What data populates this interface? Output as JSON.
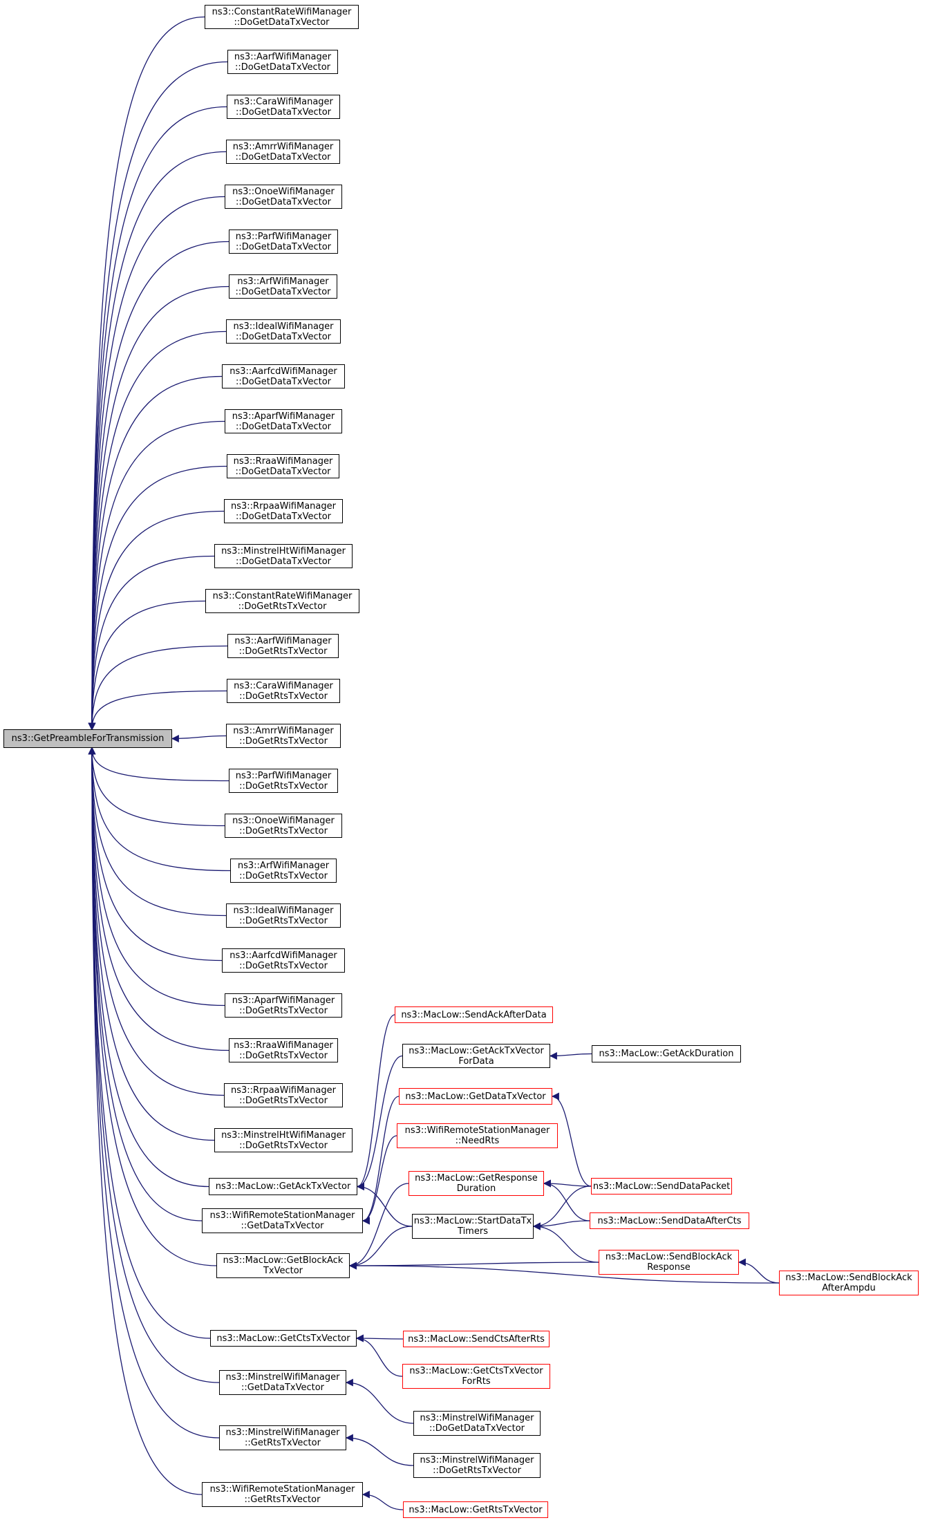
{
  "colors": {
    "edge": "#191970",
    "node_border": "#000000",
    "node_border_incomplete": "#ff0000",
    "root_fill": "#bfbfbf"
  },
  "root": {
    "id": "root",
    "lines": [
      "ns3::GetPreambleForTransmission"
    ]
  },
  "nodes": [
    {
      "id": "n0",
      "lines": [
        "ns3::ConstantRateWifiManager",
        "::DoGetDataTxVector"
      ],
      "red": false
    },
    {
      "id": "n1",
      "lines": [
        "ns3::AarfWifiManager",
        "::DoGetDataTxVector"
      ],
      "red": false
    },
    {
      "id": "n2",
      "lines": [
        "ns3::CaraWifiManager",
        "::DoGetDataTxVector"
      ],
      "red": false
    },
    {
      "id": "n3",
      "lines": [
        "ns3::AmrrWifiManager",
        "::DoGetDataTxVector"
      ],
      "red": false
    },
    {
      "id": "n4",
      "lines": [
        "ns3::OnoeWifiManager",
        "::DoGetDataTxVector"
      ],
      "red": false
    },
    {
      "id": "n5",
      "lines": [
        "ns3::ParfWifiManager",
        "::DoGetDataTxVector"
      ],
      "red": false
    },
    {
      "id": "n6",
      "lines": [
        "ns3::ArfWifiManager",
        "::DoGetDataTxVector"
      ],
      "red": false
    },
    {
      "id": "n7",
      "lines": [
        "ns3::IdealWifiManager",
        "::DoGetDataTxVector"
      ],
      "red": false
    },
    {
      "id": "n8",
      "lines": [
        "ns3::AarfcdWifiManager",
        "::DoGetDataTxVector"
      ],
      "red": false
    },
    {
      "id": "n9",
      "lines": [
        "ns3::AparfWifiManager",
        "::DoGetDataTxVector"
      ],
      "red": false
    },
    {
      "id": "n10",
      "lines": [
        "ns3::RraaWifiManager",
        "::DoGetDataTxVector"
      ],
      "red": false
    },
    {
      "id": "n11",
      "lines": [
        "ns3::RrpaaWifiManager",
        "::DoGetDataTxVector"
      ],
      "red": false
    },
    {
      "id": "n12",
      "lines": [
        "ns3::MinstrelHtWifiManager",
        "::DoGetDataTxVector"
      ],
      "red": false
    },
    {
      "id": "n13",
      "lines": [
        "ns3::ConstantRateWifiManager",
        "::DoGetRtsTxVector"
      ],
      "red": false
    },
    {
      "id": "n14",
      "lines": [
        "ns3::AarfWifiManager",
        "::DoGetRtsTxVector"
      ],
      "red": false
    },
    {
      "id": "n15",
      "lines": [
        "ns3::CaraWifiManager",
        "::DoGetRtsTxVector"
      ],
      "red": false
    },
    {
      "id": "n16",
      "lines": [
        "ns3::AmrrWifiManager",
        "::DoGetRtsTxVector"
      ],
      "red": false
    },
    {
      "id": "n17",
      "lines": [
        "ns3::ParfWifiManager",
        "::DoGetRtsTxVector"
      ],
      "red": false
    },
    {
      "id": "n18",
      "lines": [
        "ns3::OnoeWifiManager",
        "::DoGetRtsTxVector"
      ],
      "red": false
    },
    {
      "id": "n19",
      "lines": [
        "ns3::ArfWifiManager",
        "::DoGetRtsTxVector"
      ],
      "red": false
    },
    {
      "id": "n20",
      "lines": [
        "ns3::IdealWifiManager",
        "::DoGetRtsTxVector"
      ],
      "red": false
    },
    {
      "id": "n21",
      "lines": [
        "ns3::AarfcdWifiManager",
        "::DoGetRtsTxVector"
      ],
      "red": false
    },
    {
      "id": "n22",
      "lines": [
        "ns3::AparfWifiManager",
        "::DoGetRtsTxVector"
      ],
      "red": false
    },
    {
      "id": "n23",
      "lines": [
        "ns3::RraaWifiManager",
        "::DoGetRtsTxVector"
      ],
      "red": false
    },
    {
      "id": "n24",
      "lines": [
        "ns3::RrpaaWifiManager",
        "::DoGetRtsTxVector"
      ],
      "red": false
    },
    {
      "id": "n25",
      "lines": [
        "ns3::MinstrelHtWifiManager",
        "::DoGetRtsTxVector"
      ],
      "red": false
    },
    {
      "id": "ack",
      "lines": [
        "ns3::MacLow::GetAckTxVector"
      ],
      "red": false
    },
    {
      "id": "wdata",
      "lines": [
        "ns3::WifiRemoteStationManager",
        "::GetDataTxVector"
      ],
      "red": false
    },
    {
      "id": "ba",
      "lines": [
        "ns3::MacLow::GetBlockAck",
        "TxVector"
      ],
      "red": false
    },
    {
      "id": "cts",
      "lines": [
        "ns3::MacLow::GetCtsTxVector"
      ],
      "red": false
    },
    {
      "id": "mdata",
      "lines": [
        "ns3::MinstrelWifiManager",
        "::GetDataTxVector"
      ],
      "red": false
    },
    {
      "id": "mrts",
      "lines": [
        "ns3::MinstrelWifiManager",
        "::GetRtsTxVector"
      ],
      "red": false
    },
    {
      "id": "wrts",
      "lines": [
        "ns3::WifiRemoteStationManager",
        "::GetRtsTxVector"
      ],
      "red": false
    },
    {
      "id": "sendack",
      "lines": [
        "ns3::MacLow::SendAckAfterData"
      ],
      "red": true
    },
    {
      "id": "ackfor",
      "lines": [
        "ns3::MacLow::GetAckTxVector",
        "ForData"
      ],
      "red": false
    },
    {
      "id": "ackdur",
      "lines": [
        "ns3::MacLow::GetAckDuration"
      ],
      "red": false
    },
    {
      "id": "getdata",
      "lines": [
        "ns3::MacLow::GetDataTxVector"
      ],
      "red": true
    },
    {
      "id": "needrts",
      "lines": [
        "ns3::WifiRemoteStationManager",
        "::NeedRts"
      ],
      "red": true
    },
    {
      "id": "getresp",
      "lines": [
        "ns3::MacLow::GetResponse",
        "Duration"
      ],
      "red": true
    },
    {
      "id": "startdata",
      "lines": [
        "ns3::MacLow::StartDataTx",
        "Timers"
      ],
      "red": false
    },
    {
      "id": "senddp",
      "lines": [
        "ns3::MacLow::SendDataPacket"
      ],
      "red": true
    },
    {
      "id": "senddac",
      "lines": [
        "ns3::MacLow::SendDataAfterCts"
      ],
      "red": true
    },
    {
      "id": "sendbar",
      "lines": [
        "ns3::MacLow::SendBlockAck",
        "Response"
      ],
      "red": true
    },
    {
      "id": "sendbaa",
      "lines": [
        "ns3::MacLow::SendBlockAck",
        "AfterAmpdu"
      ],
      "red": true
    },
    {
      "id": "sendcts",
      "lines": [
        "ns3::MacLow::SendCtsAfterRts"
      ],
      "red": true
    },
    {
      "id": "ctsfor",
      "lines": [
        "ns3::MacLow::GetCtsTxVector",
        "ForRts"
      ],
      "red": true
    },
    {
      "id": "mdodata",
      "lines": [
        "ns3::MinstrelWifiManager",
        "::DoGetDataTxVector"
      ],
      "red": false
    },
    {
      "id": "mdorts",
      "lines": [
        "ns3::MinstrelWifiManager",
        "::DoGetRtsTxVector"
      ],
      "red": false
    },
    {
      "id": "getrts",
      "lines": [
        "ns3::MacLow::GetRtsTxVector"
      ],
      "red": true
    }
  ],
  "edges": [
    {
      "from": "n0",
      "to": "root"
    },
    {
      "from": "n1",
      "to": "root"
    },
    {
      "from": "n2",
      "to": "root"
    },
    {
      "from": "n3",
      "to": "root"
    },
    {
      "from": "n4",
      "to": "root"
    },
    {
      "from": "n5",
      "to": "root"
    },
    {
      "from": "n6",
      "to": "root"
    },
    {
      "from": "n7",
      "to": "root"
    },
    {
      "from": "n8",
      "to": "root"
    },
    {
      "from": "n9",
      "to": "root"
    },
    {
      "from": "n10",
      "to": "root"
    },
    {
      "from": "n11",
      "to": "root"
    },
    {
      "from": "n12",
      "to": "root"
    },
    {
      "from": "n13",
      "to": "root"
    },
    {
      "from": "n14",
      "to": "root"
    },
    {
      "from": "n15",
      "to": "root"
    },
    {
      "from": "n16",
      "to": "root"
    },
    {
      "from": "n17",
      "to": "root"
    },
    {
      "from": "n18",
      "to": "root"
    },
    {
      "from": "n19",
      "to": "root"
    },
    {
      "from": "n20",
      "to": "root"
    },
    {
      "from": "n21",
      "to": "root"
    },
    {
      "from": "n22",
      "to": "root"
    },
    {
      "from": "n23",
      "to": "root"
    },
    {
      "from": "n24",
      "to": "root"
    },
    {
      "from": "n25",
      "to": "root"
    },
    {
      "from": "ack",
      "to": "root"
    },
    {
      "from": "wdata",
      "to": "root"
    },
    {
      "from": "ba",
      "to": "root"
    },
    {
      "from": "cts",
      "to": "root"
    },
    {
      "from": "mdata",
      "to": "root"
    },
    {
      "from": "mrts",
      "to": "root"
    },
    {
      "from": "wrts",
      "to": "root"
    },
    {
      "from": "sendack",
      "to": "ack"
    },
    {
      "from": "ackfor",
      "to": "ack"
    },
    {
      "from": "startdata",
      "to": "ack"
    },
    {
      "from": "ackdur",
      "to": "ackfor"
    },
    {
      "from": "getdata",
      "to": "wdata"
    },
    {
      "from": "needrts",
      "to": "wdata"
    },
    {
      "from": "senddp",
      "to": "getdata"
    },
    {
      "from": "getresp",
      "to": "ba"
    },
    {
      "from": "startdata",
      "to": "ba"
    },
    {
      "from": "sendbar",
      "to": "ba"
    },
    {
      "from": "sendbaa",
      "to": "ba"
    },
    {
      "from": "senddp",
      "to": "getresp"
    },
    {
      "from": "senddac",
      "to": "getresp"
    },
    {
      "from": "senddp",
      "to": "startdata"
    },
    {
      "from": "senddac",
      "to": "startdata"
    },
    {
      "from": "sendbar",
      "to": "startdata"
    },
    {
      "from": "sendbaa",
      "to": "sendbar"
    },
    {
      "from": "sendcts",
      "to": "cts"
    },
    {
      "from": "ctsfor",
      "to": "cts"
    },
    {
      "from": "mdodata",
      "to": "mdata"
    },
    {
      "from": "mdorts",
      "to": "mrts"
    },
    {
      "from": "getrts",
      "to": "wrts"
    }
  ]
}
